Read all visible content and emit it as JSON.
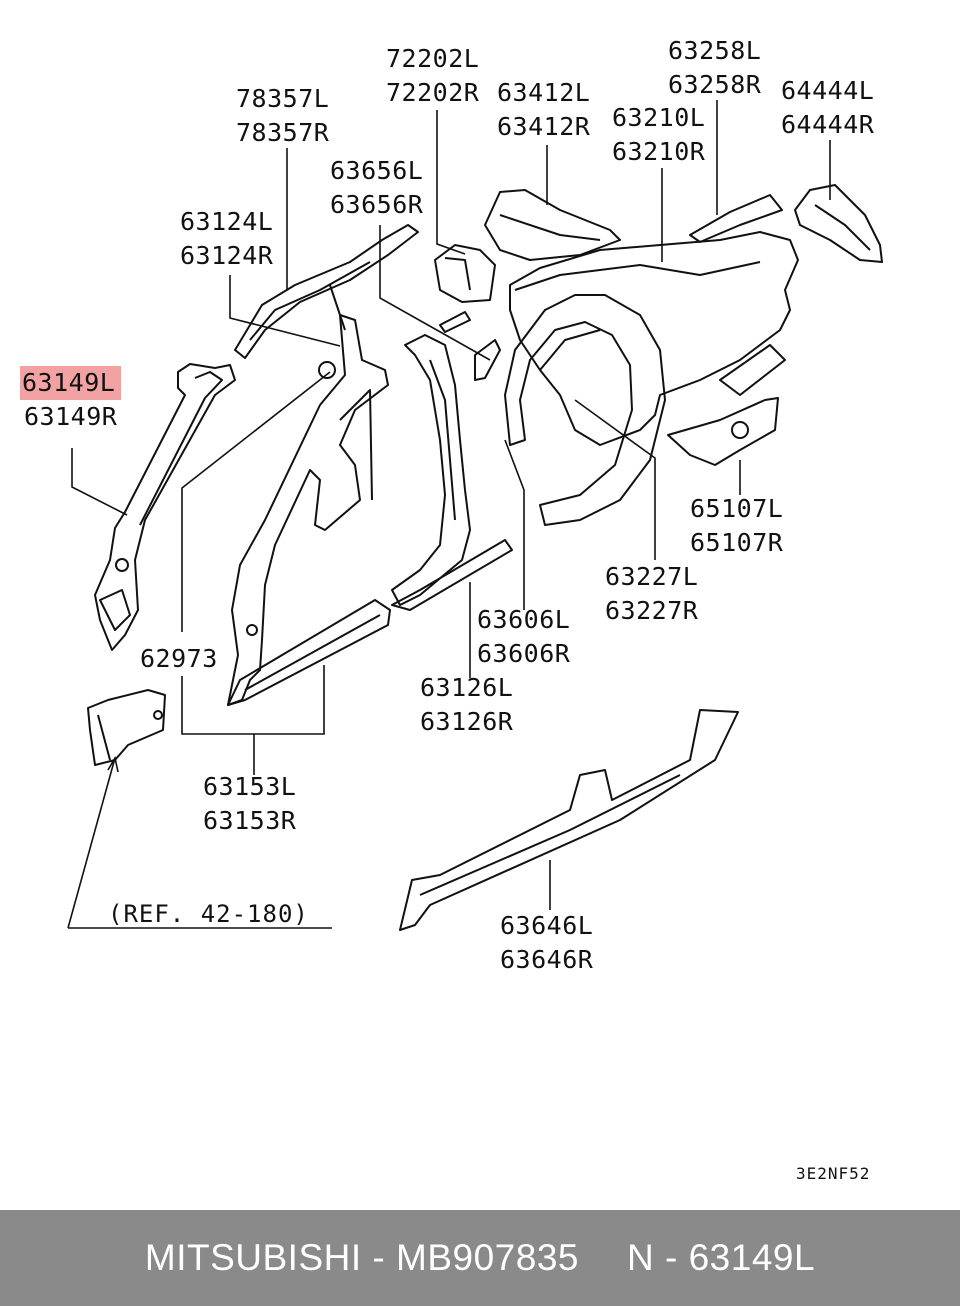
{
  "labels": {
    "p78357": [
      "78357L",
      "78357R"
    ],
    "p72202": [
      "72202L",
      "72202R"
    ],
    "p63412": [
      "63412L",
      "63412R"
    ],
    "p63258": [
      "63258L",
      "63258R"
    ],
    "p63210": [
      "63210L",
      "63210R"
    ],
    "p64444": [
      "64444L",
      "64444R"
    ],
    "p63656": [
      "63656L",
      "63656R"
    ],
    "p63124": [
      "63124L",
      "63124R"
    ],
    "p63149": [
      "63149L",
      "63149R"
    ],
    "p62973": [
      "62973"
    ],
    "p65107": [
      "65107L",
      "65107R"
    ],
    "p63227": [
      "63227L",
      "63227R"
    ],
    "p63606": [
      "63606L",
      "63606R"
    ],
    "p63126": [
      "63126L",
      "63126R"
    ],
    "p63153": [
      "63153L",
      "63153R"
    ],
    "p63646": [
      "63646L",
      "63646R"
    ]
  },
  "reference": "(REF. 42-180)",
  "diagram_code": "3E2NF52",
  "highlight_color": "#f2a2a2",
  "footer": {
    "brand_part": "MITSUBISHI - MB907835",
    "part_label": "N - 63149L"
  }
}
